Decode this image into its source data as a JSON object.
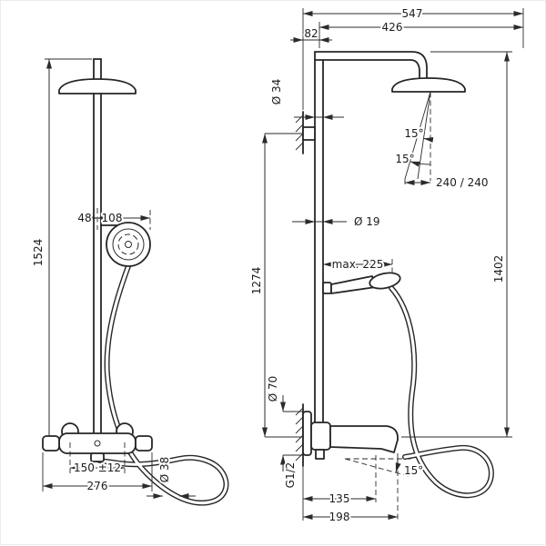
{
  "title": "Shower pipe technical dimension drawing",
  "ink_color": "#262626",
  "background_color": "#ffffff",
  "front_view": {
    "dim_total_height": "1524",
    "dim_offset_48": "48",
    "dim_offset_108": "108",
    "dim_connection_spacing": "150 ±12",
    "dim_valve_width": "276",
    "dim_hose_diameter": "Ø 38"
  },
  "side_view": {
    "dim_total_depth": "547",
    "dim_arm_reach": "426",
    "dim_wall_offset": "82",
    "dim_pipe_top_diameter": "Ø 34",
    "dim_spray_angle_upper": "15°",
    "dim_spray_angle_lower": "15°",
    "dim_spray_coverage": "240 / 240",
    "dim_pipe_diameter": "Ø 19",
    "dim_riser_height": "1274",
    "dim_total_height": "1402",
    "dim_holder_reach": "max. 225",
    "dim_escutcheon_diameter": "Ø 70",
    "dim_thread": "G1/2",
    "dim_spout_reach": "135",
    "dim_spout_total_reach": "198",
    "dim_spout_angle": "15°"
  }
}
